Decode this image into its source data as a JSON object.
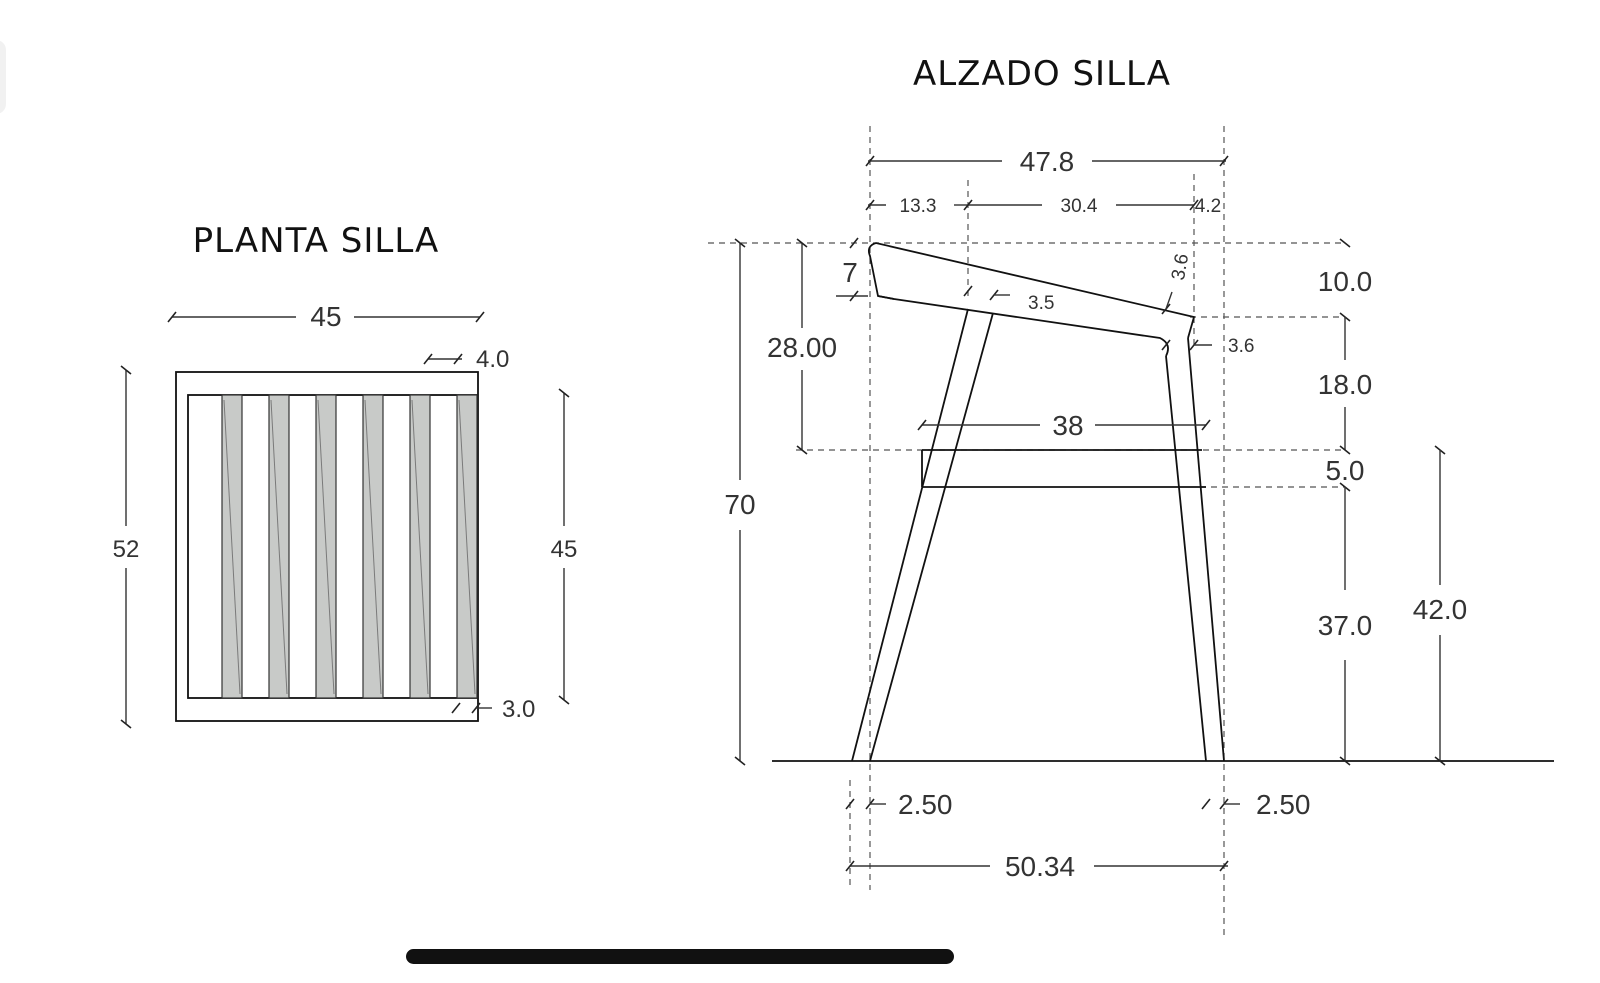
{
  "plan": {
    "title": "PLANTA SILLA",
    "dims": {
      "width_top": "45",
      "slat_width": "4.0",
      "depth_left": "52",
      "seat_depth_right": "45",
      "frame_thickness": "3.0"
    }
  },
  "elevation": {
    "title": "ALZADO SILLA",
    "dims": {
      "overall_top_width": "47.8",
      "top_seg_1": "13.3",
      "top_seg_2": "30.4",
      "top_seg_3": "4.2",
      "back_rest_height": "7",
      "arm_depth_from_top": "28.00",
      "back_thickness": "3.6",
      "arm_thickness": "3.5",
      "arm_post_thickness": "3.6",
      "arm_drop": "10.0",
      "arm_to_seat": "18.0",
      "seat_thickness": "5.0",
      "seat_width": "38",
      "overall_height": "70",
      "seat_height_under": "37.0",
      "seat_height_total": "42.0",
      "leg_front": "2.50",
      "leg_back": "2.50",
      "overall_base_width": "50.34"
    }
  },
  "colors": {
    "line": "#111111",
    "dimension": "#333333",
    "slat_fill": "#c8cac8",
    "background": "#ffffff"
  }
}
